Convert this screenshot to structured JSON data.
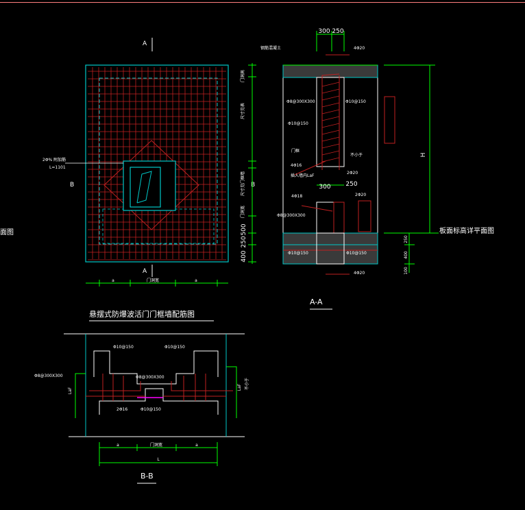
{
  "colors": {
    "background": "#000000",
    "frame": "#00c8c8",
    "rebar": "#c02020",
    "dimension": "#00ff00",
    "text": "#ffffff",
    "topline": "#ff8080",
    "hatch": "#5a5a5a",
    "highlight": "#ff00ff"
  },
  "plan": {
    "marker_a_top": "A",
    "marker_a_bottom": "A",
    "marker_b_left": "B",
    "marker_b_right": "B",
    "leader_label_1": "2Φ% 附加筋",
    "leader_label_2": "L=1101",
    "left_side_title": "面图",
    "dim_right": [
      "门洞高",
      "尺寸见表",
      "尺寸见门框墙",
      "门洞宽",
      "500",
      "250",
      "400"
    ],
    "dim_bottom": [
      "a",
      "门洞宽",
      "a"
    ]
  },
  "section_aa": {
    "title": "A-A",
    "dim_top": [
      "300",
      "250"
    ],
    "dim_mid": [
      "300",
      "250"
    ],
    "labels": [
      "钢筋混凝土",
      "4Φ20",
      "Φ8@300X300",
      "Φ10@150",
      "Φ10@150",
      "门框",
      "4Φ16",
      "插入墙内LaF",
      "不小于",
      "2Φ20",
      "4Φ18",
      "2Φ20",
      "Φ8@300X300",
      "Φ10@150",
      "Φ10@150",
      "4Φ20"
    ],
    "dim_right": [
      "H",
      "250",
      "400",
      "100"
    ],
    "floor_label": "板面标高详平面图"
  },
  "section_bb": {
    "heading": "悬摆式防爆波活门门框墙配筋图",
    "title": "B-B",
    "labels": [
      "Φ10@150",
      "Φ10@150",
      "Φ8@300X300",
      "Φ8@300X300",
      "LaF",
      "LaF",
      "不小于",
      "2Φ16",
      "Φ10@150"
    ],
    "dim_bottom": [
      "a",
      "门洞宽",
      "a"
    ],
    "dim_total": "L"
  }
}
